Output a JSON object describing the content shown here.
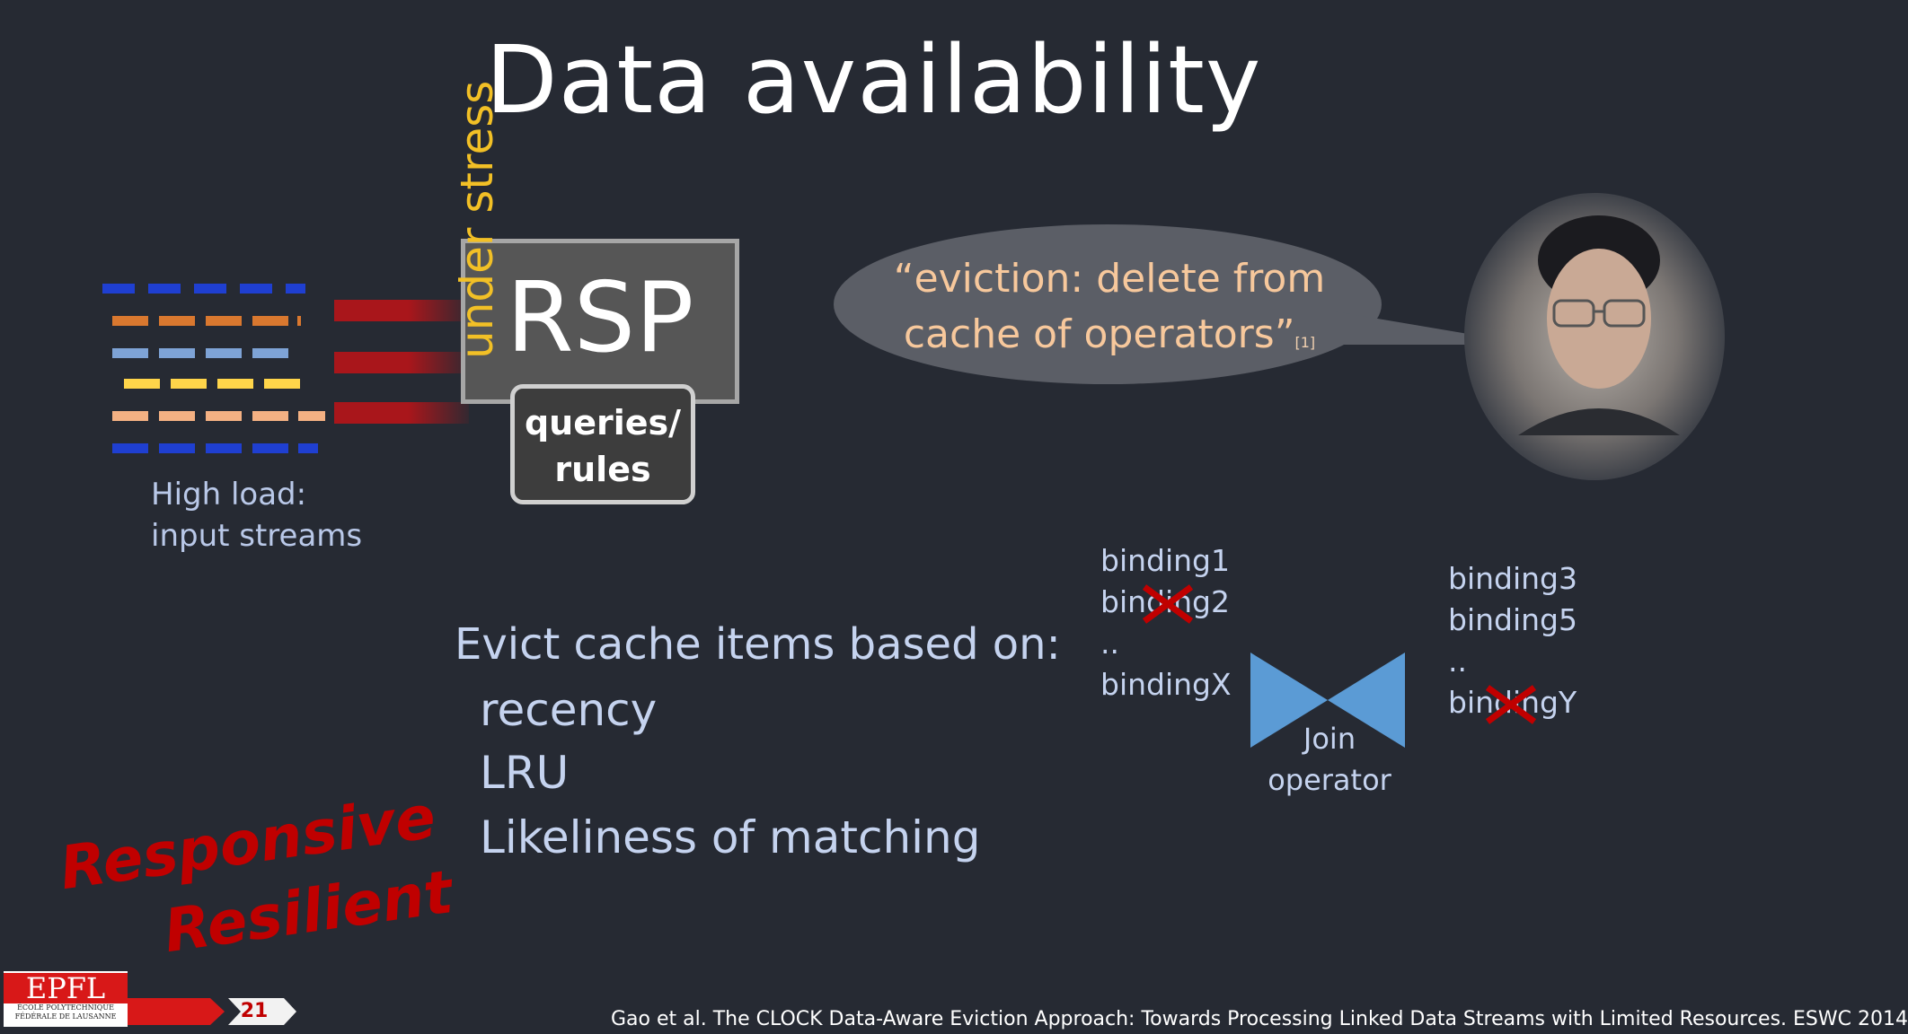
{
  "slide": {
    "title": "Data availability",
    "page_number": "21"
  },
  "diagram": {
    "rsp_label": "RSP",
    "queries_label": "queries/ rules",
    "stress_label": "under stress",
    "load_label": "High load: input streams",
    "stream_colors": [
      "#1f3fd1",
      "#d9782f",
      "#7ea3d6",
      "#ffd54a",
      "#f4b183",
      "#1f3fd1"
    ],
    "arrow_color": "#a9161b"
  },
  "quote": {
    "text": "“eviction: delete from cache of operators”",
    "ref": "[1]"
  },
  "evict": {
    "heading": "Evict cache items based on:",
    "items": [
      "recency",
      "LRU",
      "Likeliness of matching"
    ]
  },
  "join": {
    "left_bindings": [
      "binding1",
      "binding2",
      "..",
      "bindingX"
    ],
    "right_bindings": [
      "binding3",
      "binding5",
      "..",
      "bindingY"
    ],
    "label": "Join operator",
    "color": "#5b9bd5",
    "cross_color": "#c00000"
  },
  "tags": {
    "responsive": "Responsive",
    "resilient": "Resilient"
  },
  "footer": {
    "logo_text": "EPFL",
    "logo_subtext": "ÉCOLE POLYTECHNIQUE FÉDÉRALE DE LAUSANNE",
    "citation": "Gao et al. The CLOCK Data-Aware Eviction Approach: Towards Processing Linked Data Streams with Limited Resources. ESWC 2014"
  }
}
